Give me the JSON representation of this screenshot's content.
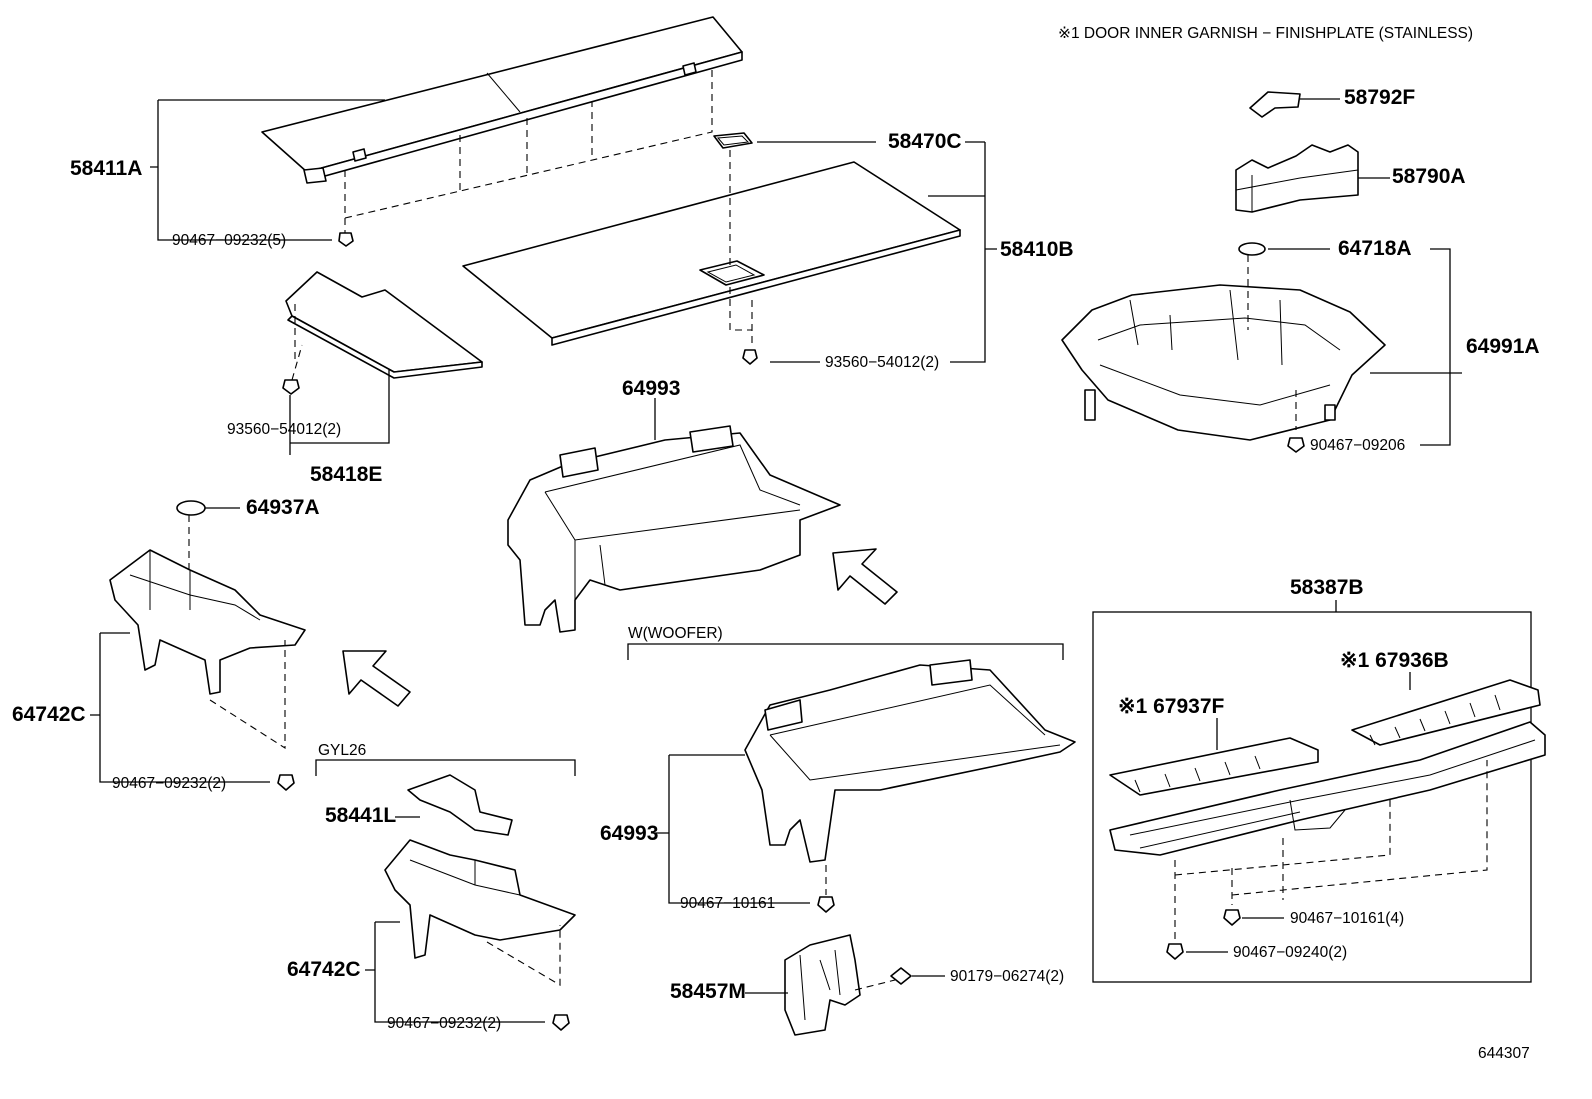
{
  "note": "※1 DOOR INNER GARNISH − FINISHPLATE (STAINLESS)",
  "figure_id": "644307",
  "labels": {
    "p58411A": "58411A",
    "p90467_09232_5": "90467−09232(5)",
    "p58470C": "58470C",
    "p58410B": "58410B",
    "p93560_54012_2_a": "93560−54012(2)",
    "p93560_54012_2_b": "93560−54012(2)",
    "p58418E": "58418E",
    "p58792F": "58792F",
    "p58790A": "58790A",
    "p64718A": "64718A",
    "p64991A": "64991A",
    "p90467_09206": "90467−09206",
    "p64993_a": "64993",
    "p64937A": "64937A",
    "p64742C_a": "64742C",
    "p90467_09232_2_a": "90467−09232(2)",
    "gyl26": "GYL26",
    "p58441L": "58441L",
    "p64742C_b": "64742C",
    "p90467_09232_2_b": "90467−09232(2)",
    "woofer": "W(WOOFER)",
    "p64993_b": "64993",
    "p90467_10161": "90467−10161",
    "p58457M": "58457M",
    "p90179_06274_2": "90179−06274(2)",
    "p58387B": "58387B",
    "p67936B": "※1 67936B",
    "p67937F": "※1 67937F",
    "p90467_10161_4": "90467−10161(4)",
    "p90467_09240_2": "90467−09240(2)"
  }
}
